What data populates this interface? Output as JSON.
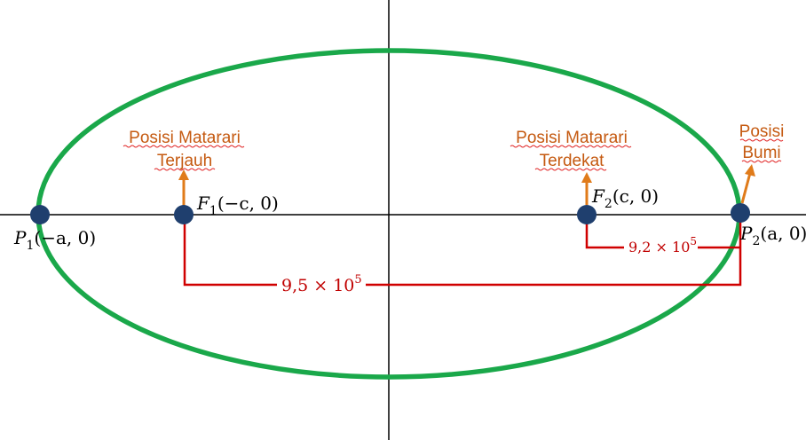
{
  "colors": {
    "orbit": "#1aa84a",
    "axis": "#000000",
    "point": "#1f3f6e",
    "arrow": "#e07b1a",
    "callout_text": "#c55a11",
    "dimension": "#d00000"
  },
  "labels": {
    "p1_name": "P",
    "p1_sub": "1",
    "p1_coord": "(−a, 0)",
    "f1_name": "F",
    "f1_sub": "1",
    "f1_coord": "(−c, 0)",
    "f2_name": "F",
    "f2_sub": "2",
    "f2_coord": "(c, 0)",
    "p2_name": "P",
    "p2_sub": "2",
    "p2_coord": "(a, 0)"
  },
  "callouts": {
    "farthest_line1": "Posisi Matarari",
    "farthest_line2": "Terjauh",
    "nearest_line1": "Posisi Matarari",
    "nearest_line2": "Terdekat",
    "earth_line1": "Posisi",
    "earth_line2": "Bumi"
  },
  "dimensions": {
    "aphelion_base": "9,5 × 10",
    "aphelion_exp": "5",
    "perihelion_base": "9,2 × 10",
    "perihelion_exp": "5"
  }
}
